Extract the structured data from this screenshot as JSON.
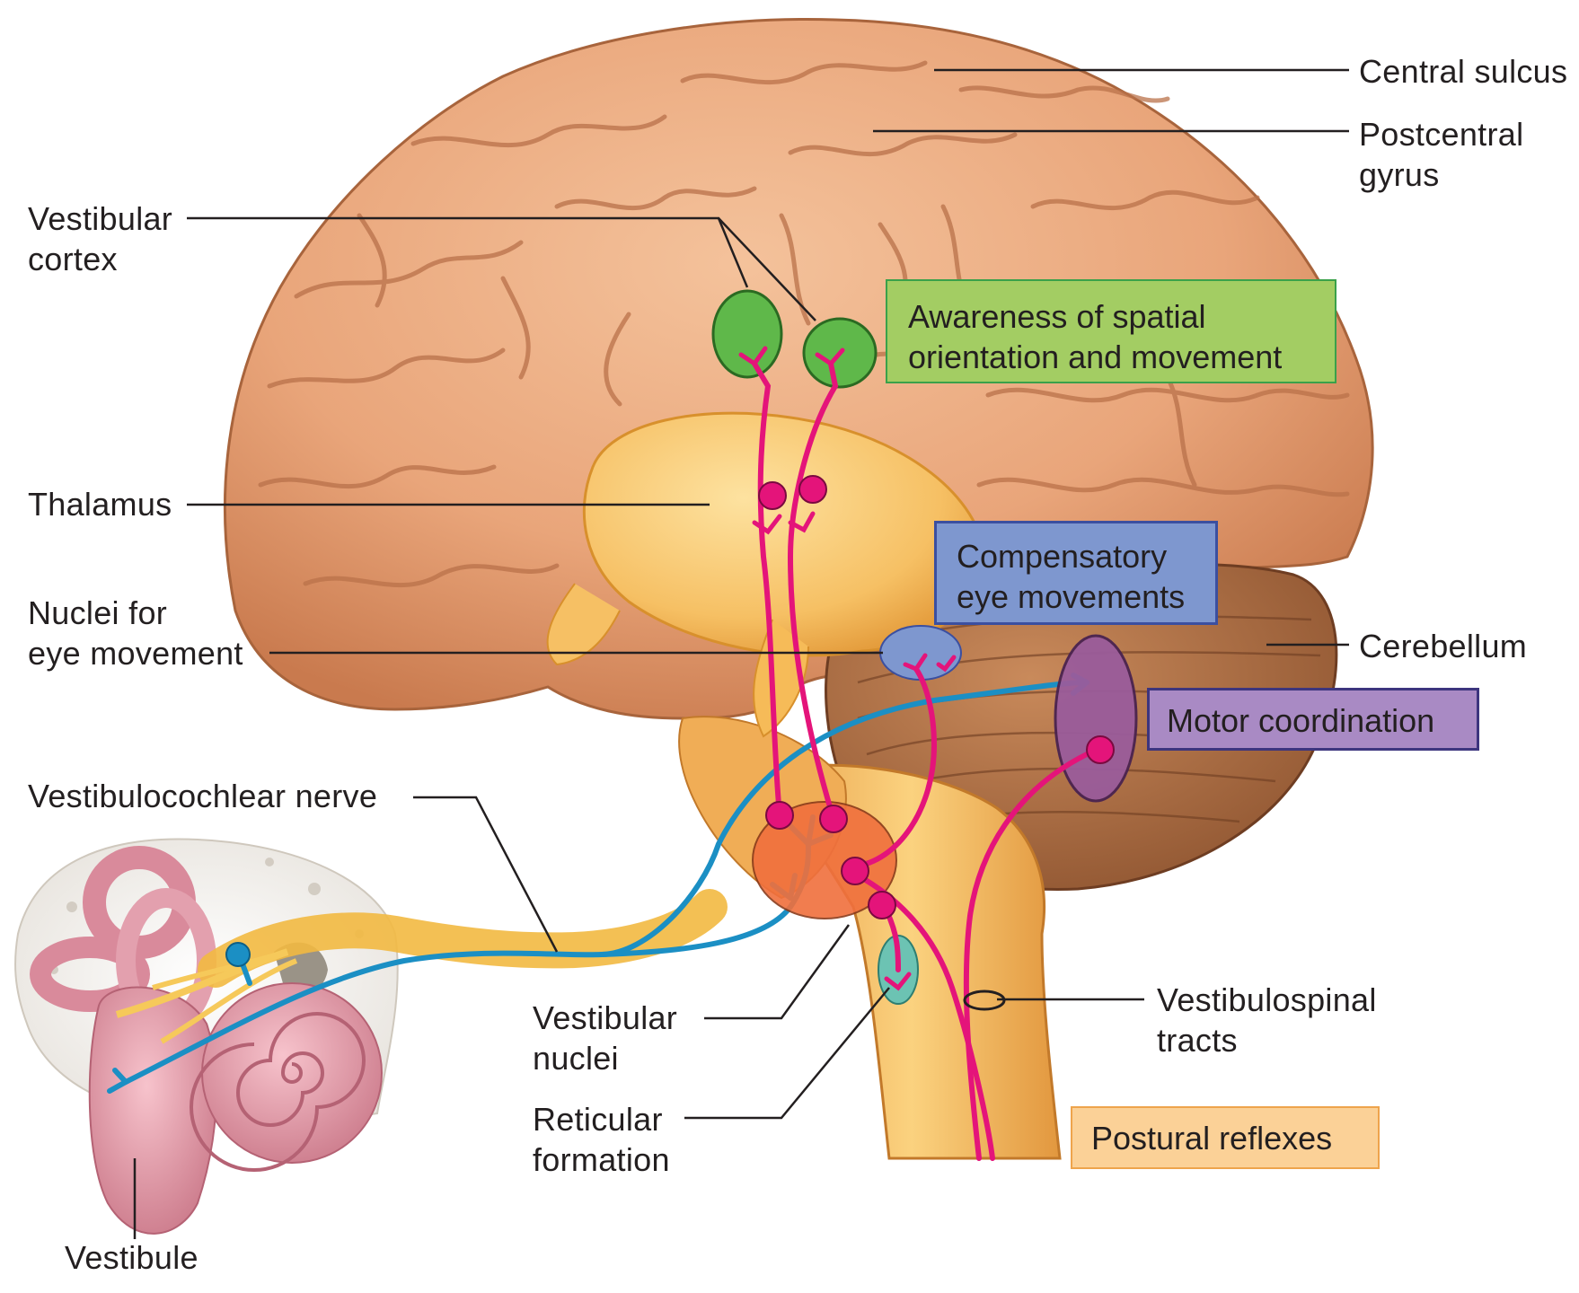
{
  "labels": {
    "central_sulcus": "Central sulcus",
    "postcentral_gyrus": [
      "Postcentral",
      "gyrus"
    ],
    "vestibular_cortex": [
      "Vestibular",
      "cortex"
    ],
    "thalamus": "Thalamus",
    "nuclei_eye_movement": [
      "Nuclei for",
      "eye movement"
    ],
    "cerebellum": "Cerebellum",
    "vestibulocochlear_nerve": "Vestibulocochlear nerve",
    "vestibular_nuclei": [
      "Vestibular",
      "nuclei"
    ],
    "reticular_formation": [
      "Reticular",
      "formation"
    ],
    "vestibulospinal_tracts": [
      "Vestibulospinal",
      "tracts"
    ],
    "vestibule": "Vestibule"
  },
  "boxes": {
    "awareness": [
      "Awareness of spatial",
      "orientation and movement"
    ],
    "eye_movements": [
      "Compensatory",
      "eye movements"
    ],
    "motor_coordination": "Motor coordination",
    "postural_reflexes": "Postural reflexes"
  },
  "colors": {
    "brain": "#e8a478",
    "thalamus": "#f7c265",
    "pathway": "#e4147a",
    "nerve": "#1b8fc4",
    "cortex_patch": "#5fb84a",
    "cerebellum": "#b07043",
    "inner_ear": "#e39aa9"
  }
}
